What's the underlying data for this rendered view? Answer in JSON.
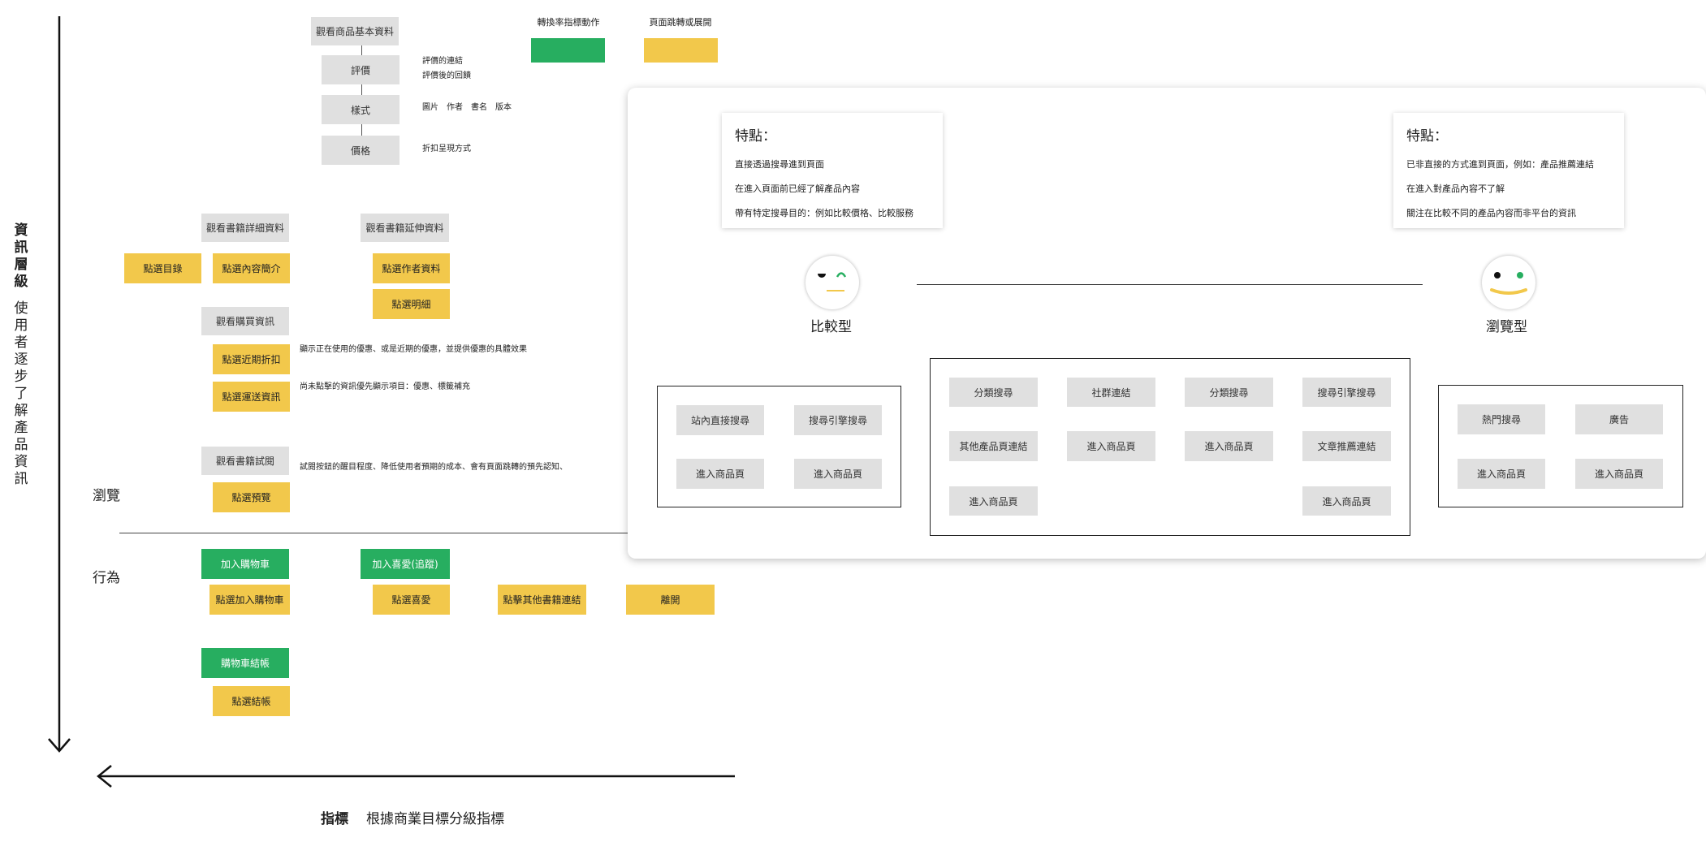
{
  "legend": {
    "green_label": "轉換率指標動作",
    "yellow_label": "頁面跳轉或展開"
  },
  "colors": {
    "green": "#27ae60",
    "yellow": "#f2c84b",
    "gray": "#e0e0e0"
  },
  "axis": {
    "vertical_title": "資訊層級",
    "vertical_subtitle": "使用者逐步了解產品資訊",
    "horizontal_title": "指標",
    "horizontal_subtitle": "根據商業目標分級指標"
  },
  "zones": {
    "browse": "瀏覽",
    "action": "行為"
  },
  "tree": {
    "basic": "觀看商品基本資料",
    "review": "評價",
    "review_note1": "評價的連結",
    "review_note2": "評價後的回饋",
    "style": "樣式",
    "style_note": "圖片　作者　書名　版本",
    "price": "價格",
    "price_note": "折扣呈現方式"
  },
  "detail": {
    "title": "觀看書籍詳細資料",
    "toc": "點選目錄",
    "intro": "點選內容簡介"
  },
  "extended": {
    "title": "觀看書籍延伸資料",
    "author": "點選作者資料",
    "spec": "點選明細"
  },
  "purchase": {
    "title": "觀看購買資訊",
    "discount": "點選近期折扣",
    "discount_note": "顯示正在使用的優惠、或是近期的優惠，並提供優惠的具體效果",
    "shipping": "點選運送資訊",
    "shipping_note": "尚未點擊的資訊優先顯示項目：優惠、標籤補充"
  },
  "trial": {
    "title": "觀看書籍試閱",
    "preview": "點選預覽",
    "note": "試閱按鈕的醒目程度、降低使用者預期的成本、會有頁面跳轉的預先認知、"
  },
  "actions": {
    "add_cart": "加入購物車",
    "add_cart_click": "點選加入購物車",
    "favorite": "加入喜愛(追蹤)",
    "favorite_click": "點選喜愛",
    "other_books": "點擊其他書籍連結",
    "leave": "離開",
    "checkout": "購物車結帳",
    "checkout_click": "點選結帳"
  },
  "personas": {
    "compare": {
      "name": "比較型",
      "card_title": "特點：",
      "points": [
        "直接透過搜尋進到頁面",
        "在進入頁面前已經了解產品內容",
        "帶有特定搜尋目的：例如比較價格、比較服務"
      ],
      "paths": {
        "a_top": "站內直接搜尋",
        "a_bottom": "進入商品頁",
        "b_top": "搜尋引擎搜尋",
        "b_bottom": "進入商品頁"
      }
    },
    "browse": {
      "name": "瀏覽型",
      "card_title": "特點：",
      "points": [
        "已非直接的方式進到頁面，例如：產品推薦連結",
        "在進入對產品內容不了解",
        "關注在比較不同的產品內容而非平台的資訊"
      ],
      "paths": {
        "a_top": "熱門搜尋",
        "a_bottom": "進入商品頁",
        "b_top": "廣告",
        "b_bottom": "進入商品頁"
      }
    },
    "middle": {
      "c1": [
        "分類搜尋",
        "其他產品頁連結",
        "進入商品頁"
      ],
      "c2": [
        "社群連結",
        "進入商品頁"
      ],
      "c3": [
        "分類搜尋",
        "進入商品頁"
      ],
      "c4": [
        "搜尋引擎搜尋",
        "文章推薦連結",
        "進入商品頁"
      ]
    }
  }
}
